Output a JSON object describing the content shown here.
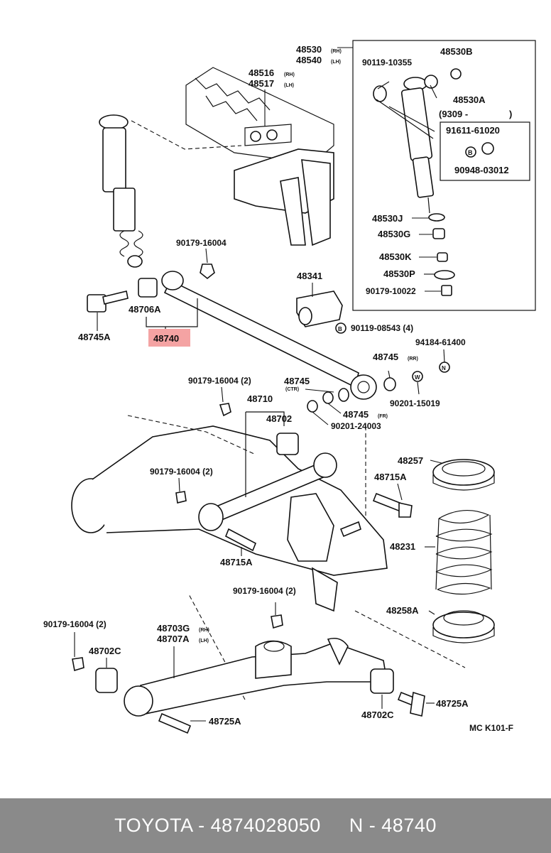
{
  "labels": {
    "p48530": "48530",
    "p48530_rh": "(RH)",
    "p48540": "48540",
    "p48540_lh": "(LH)",
    "p48530B": "48530B",
    "p90119_10355": "90119-10355",
    "p48530A": "48530A",
    "p9309": "(9309 -",
    "p9309_close": ")",
    "p91611": "91611-61020",
    "p90948": "90948-03012",
    "p48530J": "48530J",
    "p48530G": "48530G",
    "p48530K": "48530K",
    "p48530P": "48530P",
    "p90179_10022": "90179-10022",
    "p48516": "48516",
    "p48516_rh": "(RH)",
    "p48517": "48517",
    "p48517_lh": "(LH)",
    "p90179_16004_a": "90179-16004",
    "p48341": "48341",
    "p48706A": "48706A",
    "p48745A": "48745A",
    "p48740": "48740",
    "p90119_08543": "90119-08543 (4)",
    "p94184": "94184-61400",
    "p48745_rr": "48745",
    "p48745_rr_sup": "(RR)",
    "p48745_ctr": "48745",
    "p48745_ctr_sup": "(CTR)",
    "p48745_fr": "48745",
    "p48745_fr_sup": "(FR)",
    "p90201_15019": "90201-15019",
    "p90201_24003": "90201-24003",
    "p90179_16004_b": "90179-16004 (2)",
    "p48710": "48710",
    "p48702": "48702",
    "p48257": "48257",
    "p48715A_r": "48715A",
    "p90179_16004_c": "90179-16004 (2)",
    "p48231": "48231",
    "p48715A_l": "48715A",
    "p90179_16004_d": "90179-16004 (2)",
    "p48258A": "48258A",
    "p90179_16004_e": "90179-16004 (2)",
    "p48703G": "48703G",
    "p48703G_rh": "(RH)",
    "p48707A": "48707A",
    "p48707A_lh": "(LH)",
    "p48702C_l": "48702C",
    "p48702C_r": "48702C",
    "p48725A_r": "48725A",
    "p48725A_l": "48725A",
    "ref_code": "MC K101-F",
    "b_code": "B",
    "w_code": "W",
    "n_code": "N"
  },
  "footer": {
    "text": "TOYOTA - 4874028050     N - 48740"
  },
  "colors": {
    "highlight": "#f4a3a3",
    "footer_bg": "#8a8a8a",
    "footer_text": "#ffffff"
  }
}
